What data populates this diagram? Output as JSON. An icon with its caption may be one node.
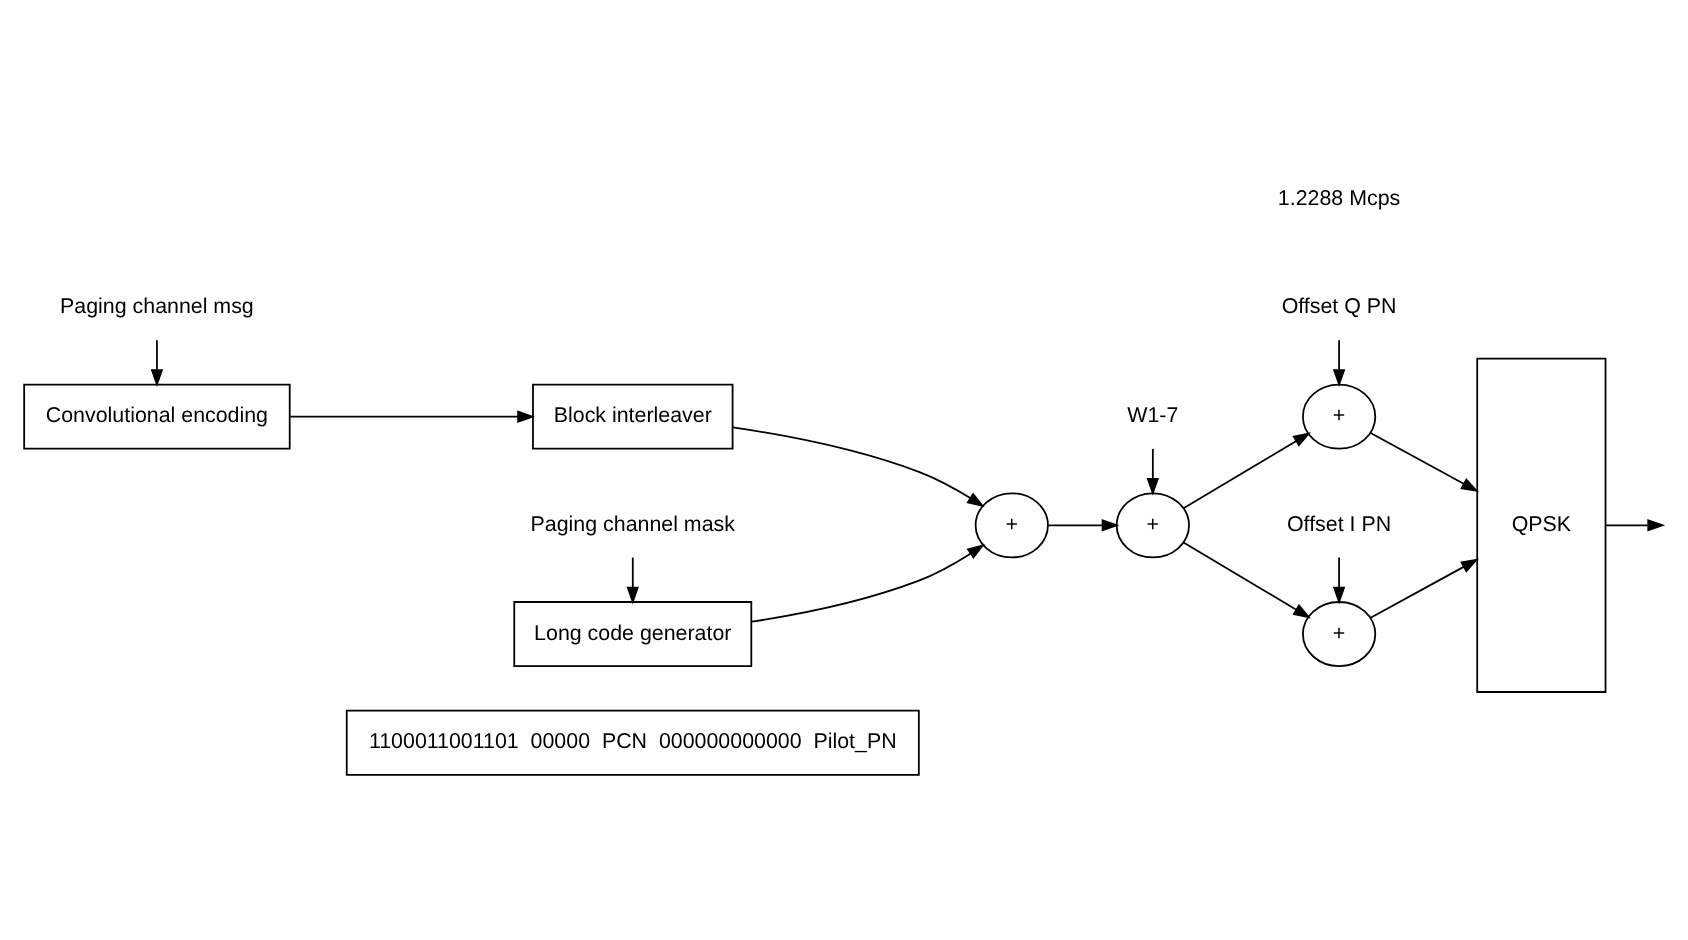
{
  "diagram": {
    "nodes": [
      {
        "text": [
          "Paging channel msg"
        ]
      },
      {
        "text": [
          "Convolutional encoding"
        ]
      },
      {
        "text": [
          "Block interleaver"
        ]
      },
      {
        "text": [
          "+"
        ]
      },
      {
        "text": [
          "W1-7"
        ]
      },
      {
        "text": [
          "+"
        ]
      },
      {
        "text": [
          "Offset I PN"
        ]
      },
      {
        "text": [
          "+"
        ]
      },
      {
        "text": [
          "+"
        ]
      },
      {
        "text": [
          "Offset Q PN"
        ]
      },
      {
        "text": [
          "QPSK"
        ]
      },
      {
        "text": [
          "Paging channel mask"
        ]
      },
      {
        "text": [
          "Long code generator"
        ]
      },
      {
        "text": [
          "1100011001101  00000  PCN  000000000000  Pilot_PN"
        ]
      }
    ],
    "edges": [
      {
        "from": 0,
        "to": 1,
        "arrow": "to"
      },
      {
        "from": 1,
        "to": 2,
        "arrow": "to"
      },
      {
        "from": 2,
        "to": 3,
        "arrow": "to"
      },
      {
        "from": 12,
        "to": 3,
        "arrow": "to"
      },
      {
        "from": 3,
        "to": 5,
        "arrow": "to"
      },
      {
        "from": 4,
        "to": 5,
        "arrow": "to"
      },
      {
        "from": 5,
        "to": 7,
        "arrow": "to"
      },
      {
        "from": 5,
        "to": 8,
        "arrow": "to"
      },
      {
        "from": 6,
        "to": 7,
        "arrow": "to"
      },
      {
        "from": 9,
        "to": 8,
        "arrow": "to"
      },
      {
        "from": 7,
        "to": 10,
        "arrow": "to"
      },
      {
        "from": 8,
        "to": 10,
        "arrow": "to"
      },
      {
        "from": 10,
        "to": null,
        "arrow": "to"
      },
      {
        "from": 11,
        "to": 12,
        "arrow": "to"
      }
    ],
    "labels": [
      "1.2288 Mcps"
    ]
  }
}
